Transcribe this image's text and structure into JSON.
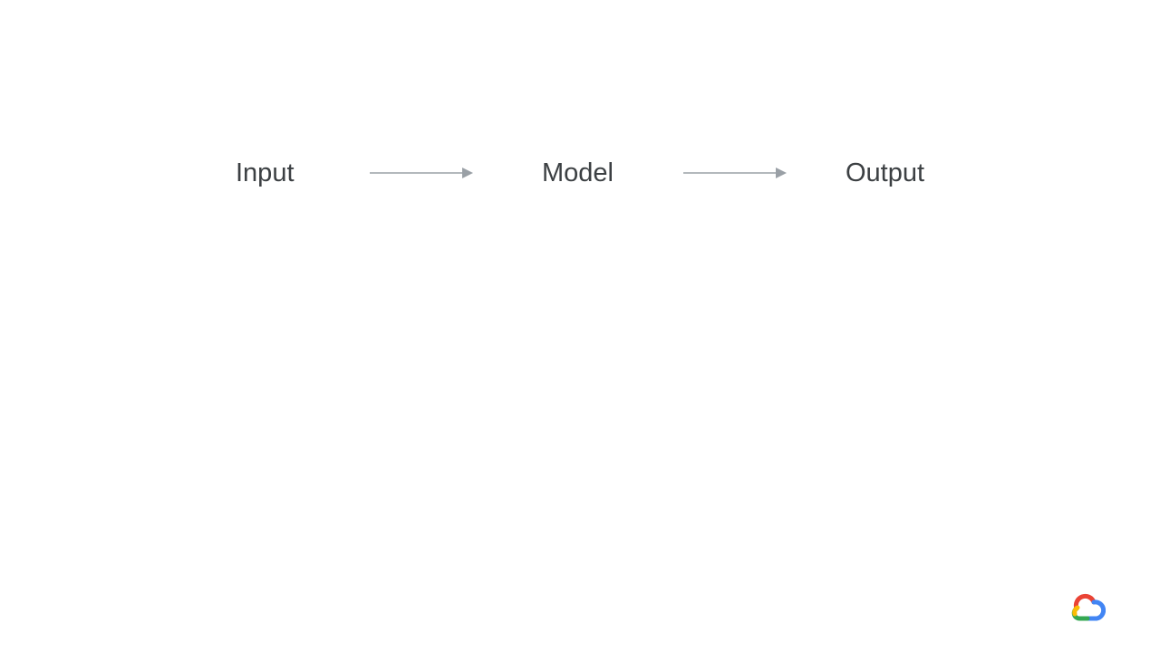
{
  "diagram": {
    "nodes": [
      {
        "id": "input",
        "label": "Input"
      },
      {
        "id": "model",
        "label": "Model"
      },
      {
        "id": "output",
        "label": "Output"
      }
    ],
    "edges": [
      {
        "from": "input",
        "to": "model"
      },
      {
        "from": "model",
        "to": "output"
      }
    ],
    "colors": {
      "text": "#3c4043",
      "arrow": "#9aa0a6"
    }
  },
  "branding": {
    "logo_icon": "google-cloud-logo-icon",
    "logo_colors": [
      "#EA4335",
      "#FBBC05",
      "#34A853",
      "#4285F4"
    ]
  }
}
